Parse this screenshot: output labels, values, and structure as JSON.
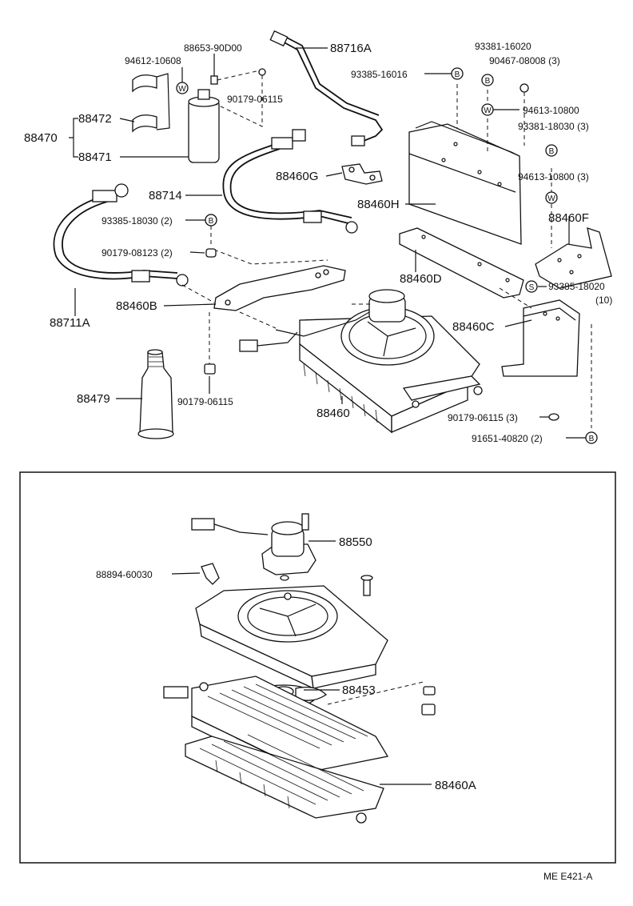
{
  "upper_diagram": {
    "labels": [
      {
        "id": "l_88716A",
        "text": "88716A"
      },
      {
        "id": "l_88653",
        "text": "88653-90D00"
      },
      {
        "id": "l_94612",
        "text": "94612-10608"
      },
      {
        "id": "l_90179_a",
        "text": "90179-06115"
      },
      {
        "id": "l_88472",
        "text": "88472"
      },
      {
        "id": "l_88470",
        "text": "88470"
      },
      {
        "id": "l_88471",
        "text": "88471"
      },
      {
        "id": "l_88714",
        "text": "88714"
      },
      {
        "id": "l_88460G",
        "text": "88460G"
      },
      {
        "id": "l_88460H",
        "text": "88460H"
      },
      {
        "id": "l_93385_18030",
        "text": "93385-18030 (2)"
      },
      {
        "id": "l_90179_08123",
        "text": "90179-08123 (2)"
      },
      {
        "id": "l_88460B",
        "text": "88460B"
      },
      {
        "id": "l_88711A",
        "text": "88711A"
      },
      {
        "id": "l_88479",
        "text": "88479"
      },
      {
        "id": "l_90179_b",
        "text": "90179-06115"
      },
      {
        "id": "l_88460",
        "text": "88460"
      },
      {
        "id": "l_88460D",
        "text": "88460D"
      },
      {
        "id": "l_93381_16020",
        "text": "93381-16020"
      },
      {
        "id": "l_93385_16016",
        "text": "93385-16016"
      },
      {
        "id": "l_90467",
        "text": "90467-08008 (3)"
      },
      {
        "id": "l_94613_a",
        "text": "94613-10800"
      },
      {
        "id": "l_93381_18030",
        "text": "93381-18030 (3)"
      },
      {
        "id": "l_94613_b",
        "text": "94613-10800 (3)"
      },
      {
        "id": "l_88460F",
        "text": "88460F"
      },
      {
        "id": "l_93385_18020",
        "text": "93385-18020"
      },
      {
        "id": "l_qty10",
        "text": "(10)"
      },
      {
        "id": "l_88460C",
        "text": "88460C"
      },
      {
        "id": "l_90179_c",
        "text": "90179-06115 (3)"
      },
      {
        "id": "l_91651",
        "text": "91651-40820 (2)"
      }
    ],
    "symbols": {
      "washer": "W",
      "bolt": "B",
      "screw": "S"
    }
  },
  "lower_diagram": {
    "labels": [
      {
        "id": "l_88550",
        "text": "88550"
      },
      {
        "id": "l_88894",
        "text": "88894-60030"
      },
      {
        "id": "l_88453",
        "text": "88453"
      },
      {
        "id": "l_88460A",
        "text": "88460A"
      }
    ]
  },
  "footer": {
    "code": "ME  E421-A"
  }
}
